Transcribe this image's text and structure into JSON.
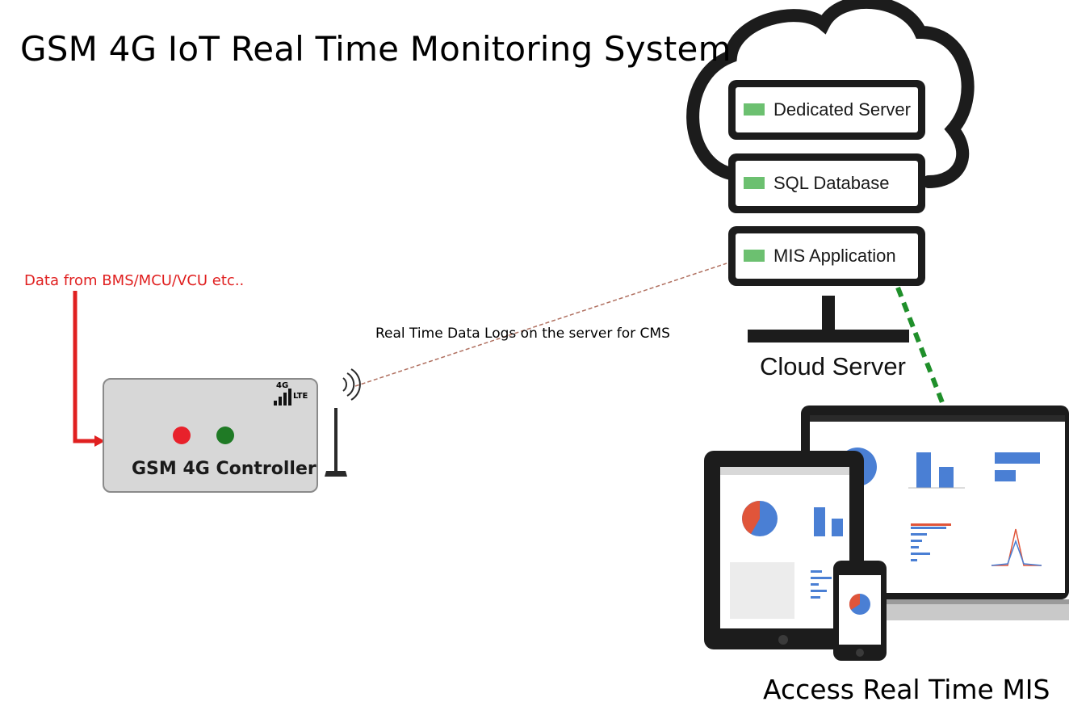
{
  "title": "GSM 4G IoT Real Time Monitoring System",
  "input_label": "Data from BMS/MCU/VCU etc..",
  "link_label": "Real Time Data Logs on the server for CMS",
  "controller": {
    "label": "GSM 4G Controller",
    "network_badge": {
      "gen": "4G",
      "tech": "LTE"
    },
    "leds": [
      "red",
      "green"
    ]
  },
  "servers": [
    {
      "label": "Dedicated Server"
    },
    {
      "label": "SQL Database"
    },
    {
      "label": "MIS Application"
    }
  ],
  "cloud_label": "Cloud Server",
  "access_label": "Access Real Time MIS",
  "colors": {
    "input_arrow": "#e02020",
    "server_led": "#6cc070",
    "mis_link": "#1f8f2a",
    "data_link": "#b07060",
    "chart_blue": "#4a7fd4",
    "chart_red": "#e0553a"
  }
}
